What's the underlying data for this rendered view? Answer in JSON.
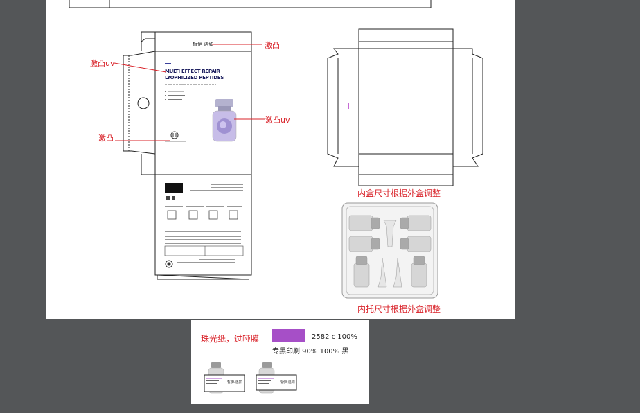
{
  "dieline": {
    "front_brand_line": "皙伊·遇如",
    "product_title_1": "MULTI EFFECT REPAIR",
    "product_title_2": "LYOPHILIZED PEPTIDES",
    "annotations": {
      "emboss_top": "激凸",
      "emboss_uv_left": "激凸uv",
      "emboss_uv_right": "激凸uv",
      "emboss_bottom": "激凸"
    }
  },
  "inner_box_note": "内盒尺寸根据外盒调整",
  "inner_tray_note": "内托尺寸根据外盒调整",
  "spec": {
    "paper_label": "珠光纸，过哑膜",
    "swatch_color": "#a64fc7",
    "pantone": "2582 c  100%",
    "black_print": "专黑印刷  90%  100%  黑",
    "mini_label_1": "皙伊·遇如",
    "mini_label_2": "皙伊·遇如"
  }
}
